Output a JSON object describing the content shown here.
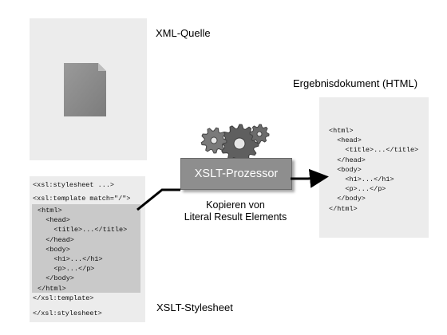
{
  "xml_source": {
    "title": "XML-Quelle"
  },
  "result": {
    "title": "Ergebnisdokument (HTML)",
    "code": [
      "<html>",
      "  <head>",
      "    <title>...</title>",
      "  </head>",
      "  <body>",
      "    <h1>...</h1>",
      "    <p>...</p>",
      "  </body>",
      "</html>"
    ]
  },
  "processor": {
    "label": "XSLT-Prozessor",
    "caption_line1": "Kopieren von",
    "caption_line2": "Literal Result Elements"
  },
  "stylesheet": {
    "title": "XSLT-Stylesheet",
    "open_tag": "<xsl:stylesheet ...>",
    "template_open": "<xsl:template match=\"/\">",
    "literal": [
      "<html>",
      "  <head>",
      "    <title>...</title>",
      "  </head>",
      "  <body>",
      "    <h1>...</h1>",
      "    <p>...</p>",
      "  </body>",
      "</html>"
    ],
    "template_close": "</xsl:template>",
    "close_tag": "</xsl:stylesheet>"
  },
  "colors": {
    "panel": "#ececec",
    "highlight": "#c9c9c9",
    "processor": "#8e8e8e",
    "document": "#8a8a8a"
  },
  "icons": [
    "document-icon",
    "gears-icon"
  ]
}
